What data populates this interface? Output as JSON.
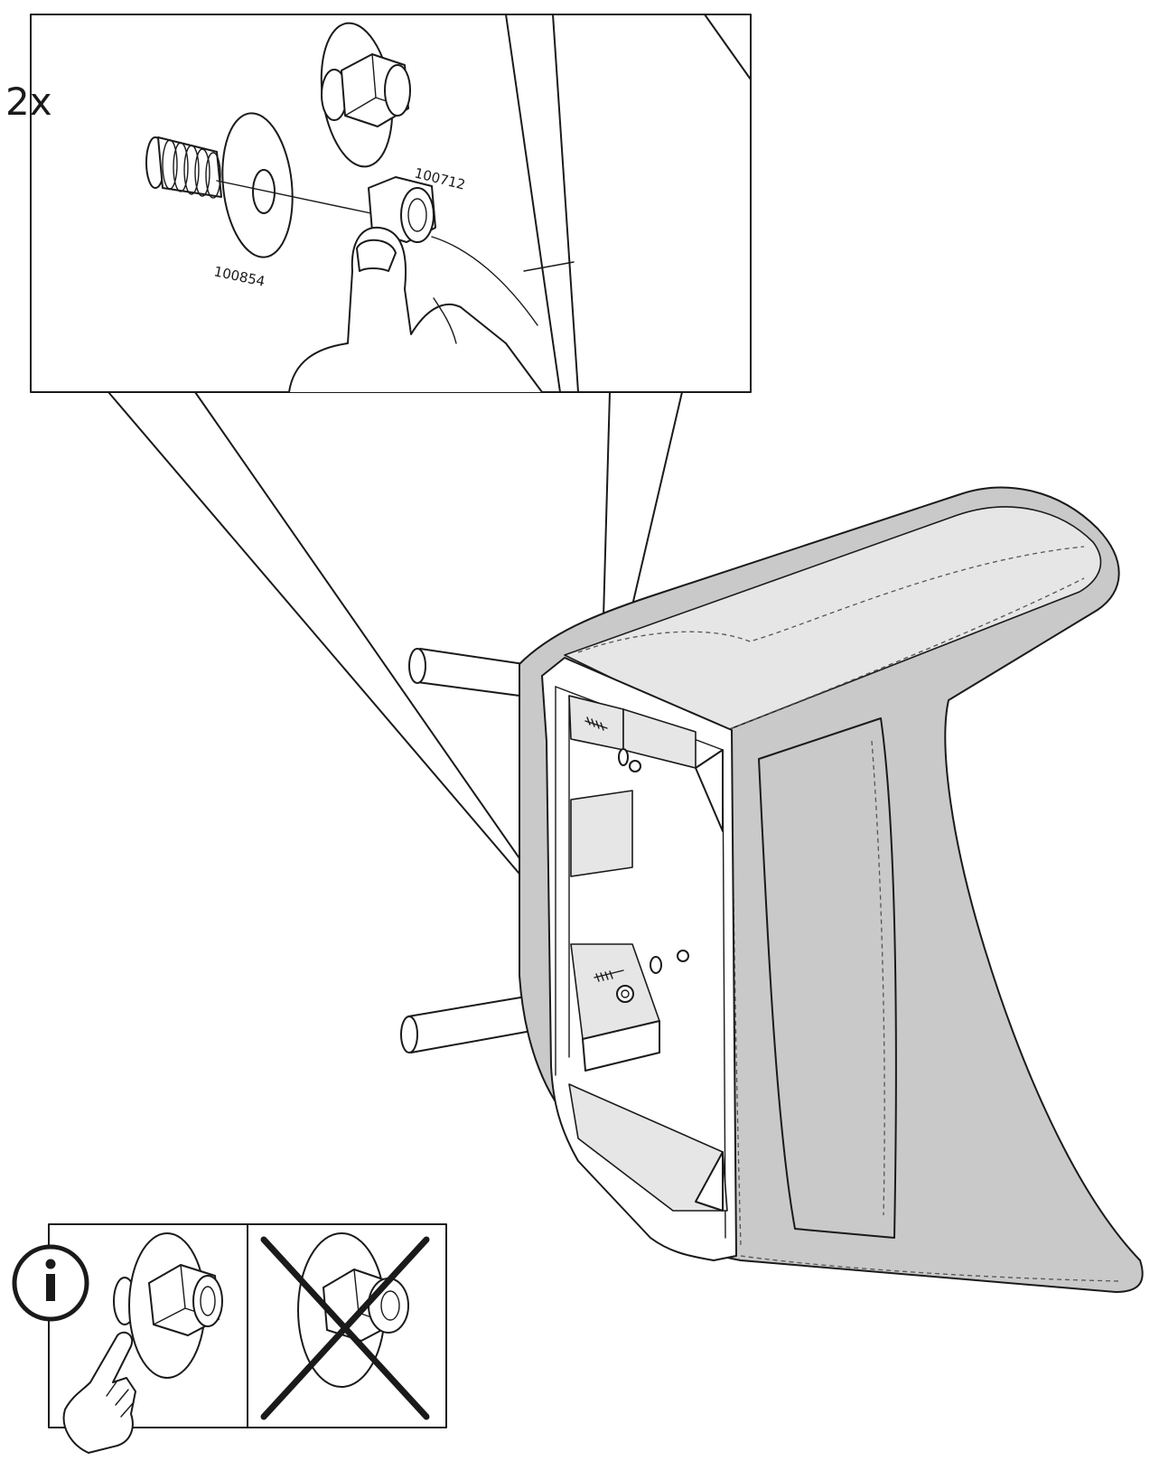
{
  "step": {
    "quantity_label": "2x"
  },
  "parts": {
    "nut_id": "100712",
    "washer_id": "100854"
  },
  "info_panel": {
    "info_icon": "info-icon",
    "correct_icon": "check-hand-pointing-icon",
    "incorrect_icon": "cross-x-icon"
  },
  "colors": {
    "upholstery": "#c9c9c9",
    "line": "#1a1a1a",
    "background": "#ffffff"
  }
}
